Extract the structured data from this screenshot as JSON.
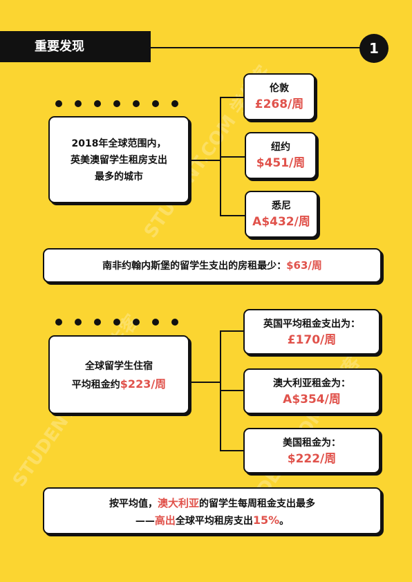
{
  "header": {
    "title": "重要发现",
    "number": "1"
  },
  "section1": {
    "main_text_line1": "2018年全球范围内，",
    "main_text_line2": "英美澳留学生租房支出",
    "main_text_line3": "最多的城市",
    "cities": [
      {
        "name": "伦敦",
        "price": "£268/周"
      },
      {
        "name": "纽约",
        "price": "$451/周"
      },
      {
        "name": "悉尼",
        "price": "A$432/周"
      }
    ]
  },
  "lowest": {
    "prefix": "南非约翰内斯堡的留学生支出的房租最少：",
    "value": "$63/周"
  },
  "section2": {
    "main_line1": "全球留学生住宿",
    "main_line2_prefix": "平均租金约",
    "main_line2_value": "$223/周",
    "countries": [
      {
        "label": "英国平均租金支出为：",
        "price": "£170/周"
      },
      {
        "label": "澳大利亚租金为：",
        "price": "A$354/周"
      },
      {
        "label": "美国租金为：",
        "price": "$222/周"
      }
    ]
  },
  "conclusion": {
    "line1_prefix": "按平均值，",
    "line1_highlight": "澳大利亚",
    "line1_suffix": "的留学生每周租金支出最多",
    "line2_prefix": "——",
    "line2_highlight": "高出",
    "line2_mid": "全球平均租房支出",
    "line2_value": "15%",
    "line2_suffix": "。"
  },
  "watermark": {
    "text": "STUDENT.COM 学生客"
  },
  "colors": {
    "background": "#fbd531",
    "accent": "#e0524b",
    "ink": "#111111"
  }
}
